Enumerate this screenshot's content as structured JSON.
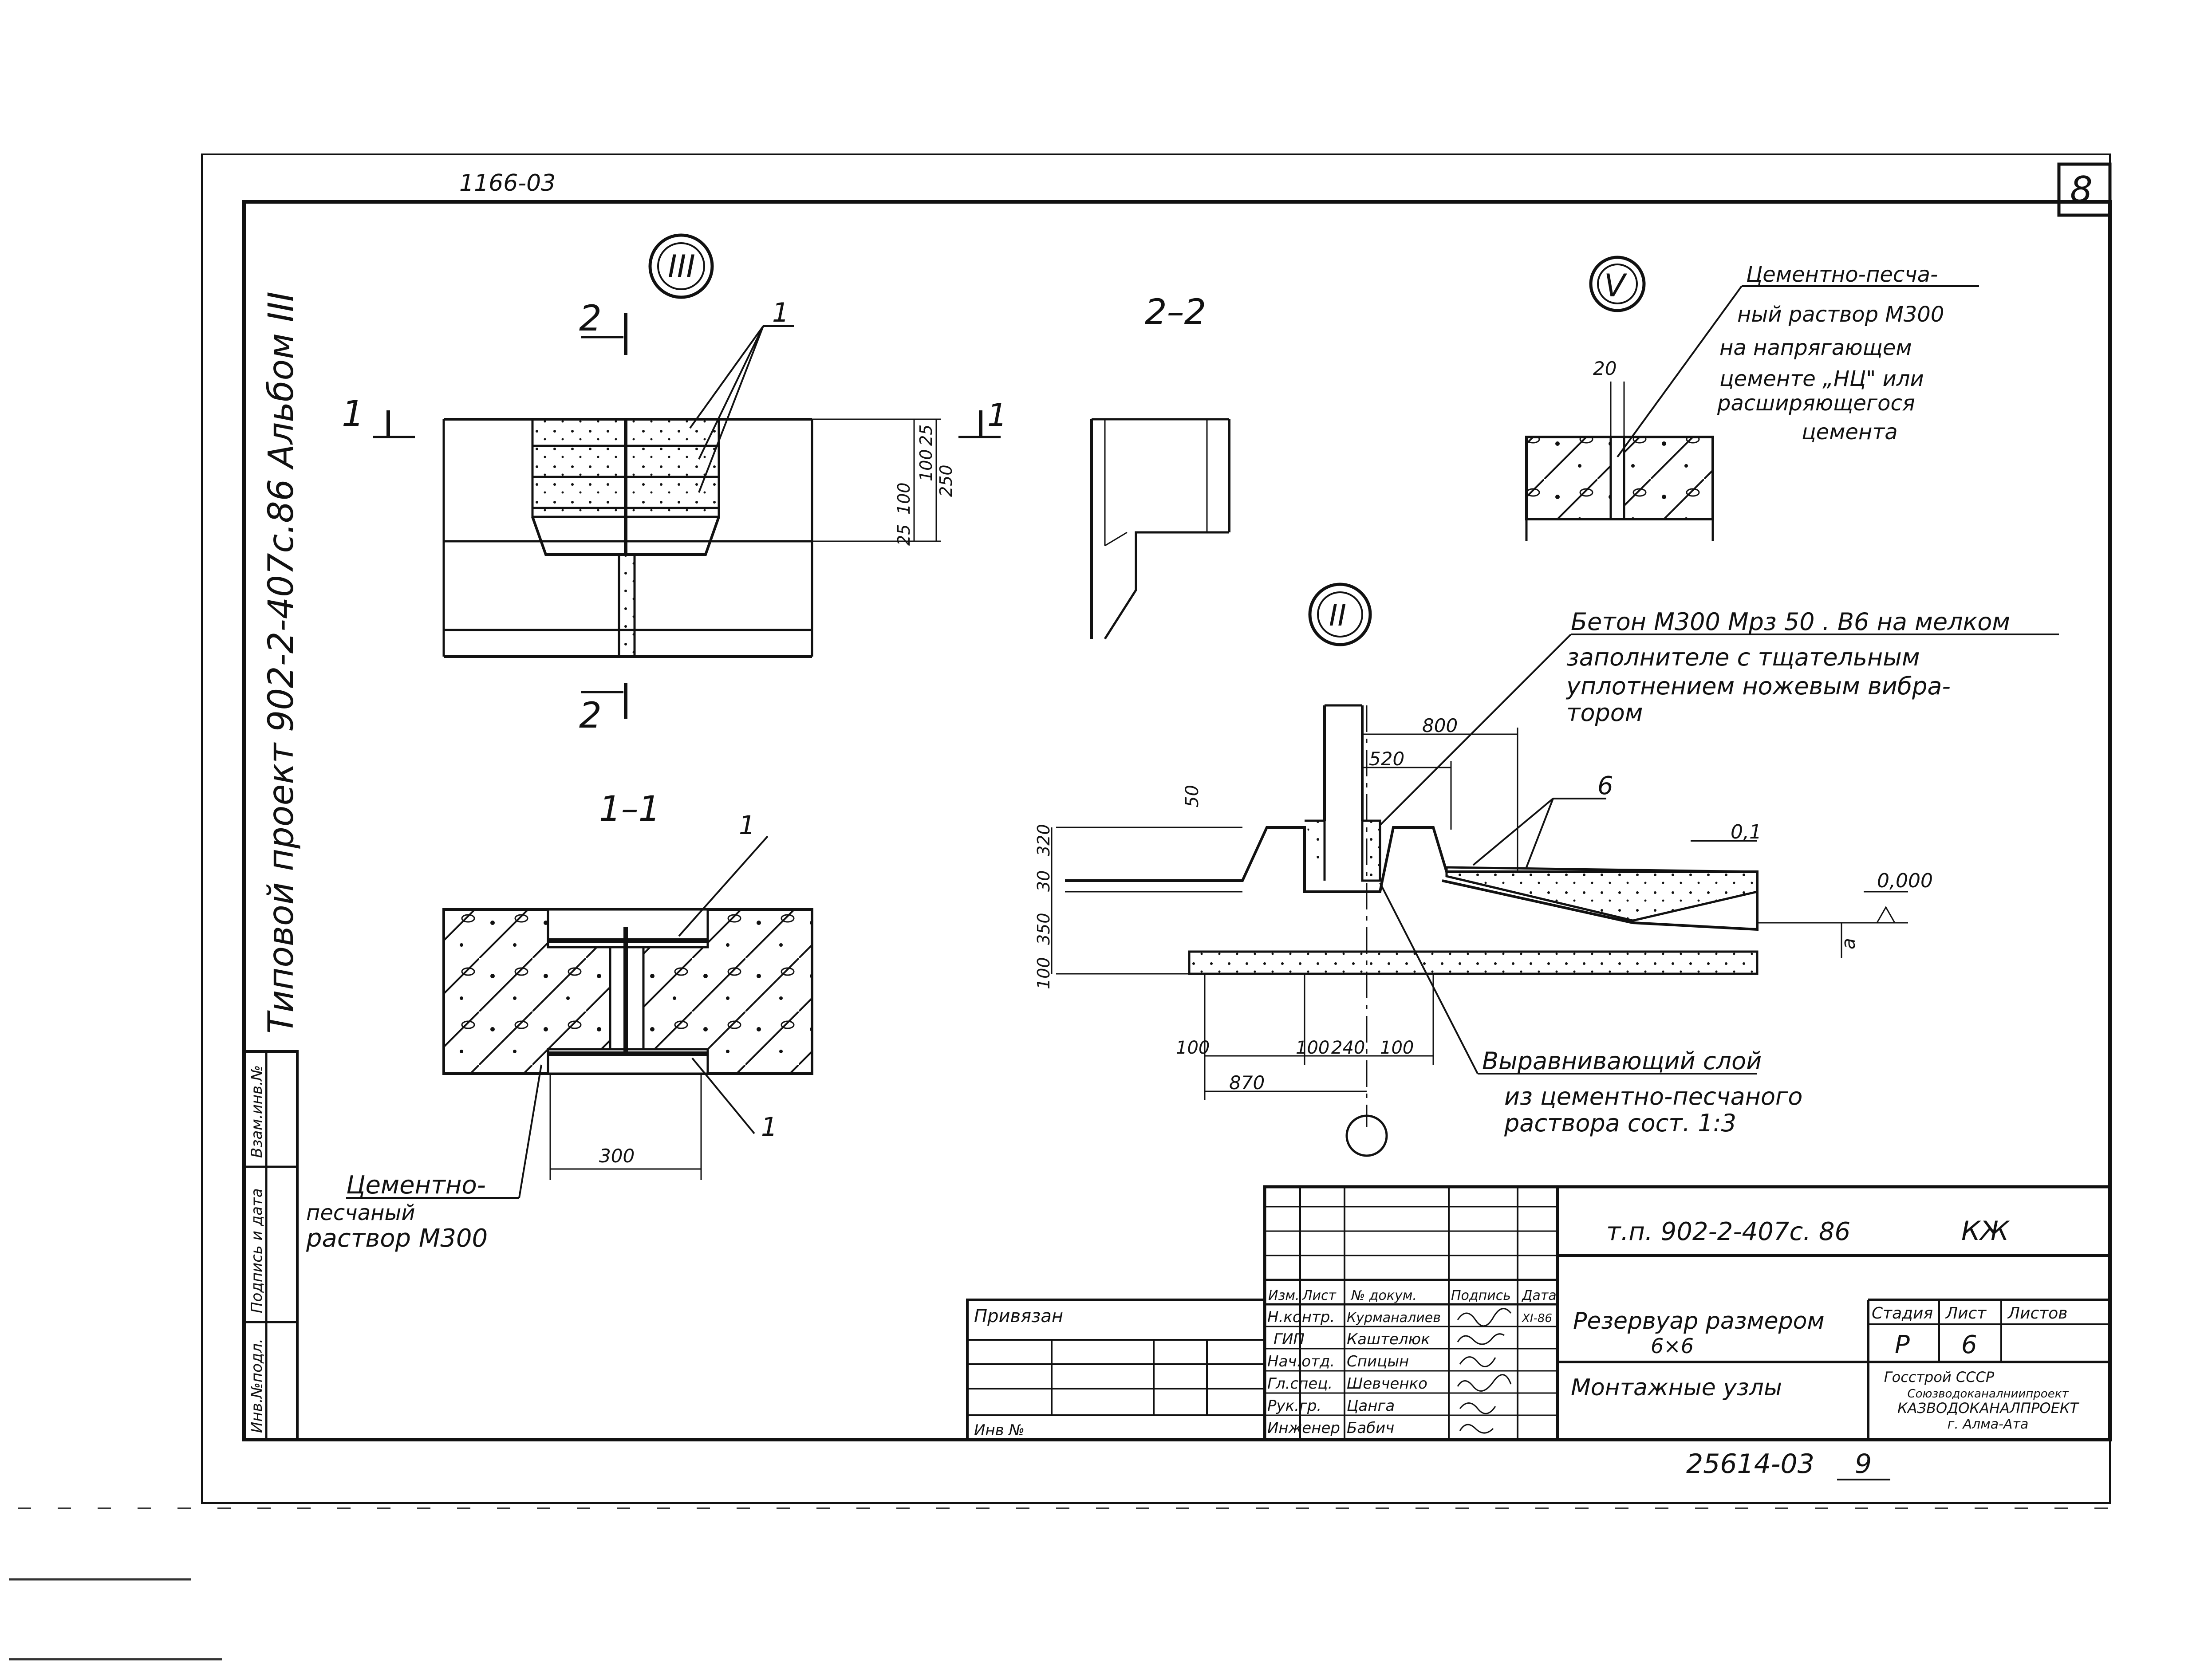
{
  "sheet": {
    "album_code": "1166-03",
    "sheet_number": "8",
    "side_title": "Типовой проект   902-2-407с.86  Альбом III",
    "side_cells": [
      "Инв.№подл.",
      "Подпись и дата",
      "Взам.инв.№"
    ]
  },
  "views": {
    "node_III": "III",
    "node_V": "V",
    "node_II": "II",
    "section_2_2": "2–2",
    "section_1_1": "1–1",
    "cut_2_top": "2",
    "cut_2_bottom": "2",
    "cut_1_left": "1",
    "cut_1_right": "1"
  },
  "callouts": {
    "pos_1_top": "1",
    "pos_1_sec_top": "1",
    "pos_1_sec_bottom": "1",
    "pos_6": "6"
  },
  "dimensions": {
    "d25a": "25",
    "d100a": "100",
    "d100b": "100",
    "d25b": "25",
    "d250": "250",
    "d20": "20",
    "d300": "300",
    "d800": "800",
    "d520": "520",
    "d50": "50",
    "d320": "320",
    "d30": "30",
    "d350": "350",
    "d100c": "100",
    "d100d": "100",
    "d100e": "100",
    "d240": "240",
    "d100f": "100",
    "d870": "870",
    "slope": "0,1",
    "level": "0,000",
    "d_a": "а"
  },
  "notes": {
    "note_V": [
      "Цементно-песча-",
      "ный раствор М300",
      "на напрягающем",
      "цементе „НЦ\" или",
      "расширяющегося",
      "цемента"
    ],
    "note_concrete": [
      "Бетон М300 Мрз 50 . В6 на мелком",
      "заполнителе  с  тщательным",
      "уплотнением  ножевым вибра-",
      "тором"
    ],
    "note_leveling": [
      "Выравнивающий слой",
      "из цементно-песчаного",
      "раствора сост. 1:3"
    ],
    "note_mortar": [
      "Цементно-",
      "песчаный",
      "раствор М300"
    ]
  },
  "title_block": {
    "project_code": "т.п. 902-2-407с. 86",
    "doc_mark": "КЖ",
    "object": "Резервуар размером",
    "object_size": "6×6",
    "sheet_title": "Монтажные узлы",
    "header_cols": [
      "Изм.",
      "Лист",
      "№ докум.",
      "Подпись",
      "Дата"
    ],
    "staff": [
      {
        "role": "Н.контр.",
        "name": "Курманалиев",
        "sign": "",
        "date": "XI-86"
      },
      {
        "role": "ГИП",
        "name": "Каштелюк",
        "sign": "",
        "date": ""
      },
      {
        "role": "Нач.отд.",
        "name": "Спицын",
        "sign": "",
        "date": ""
      },
      {
        "role": "Гл.спец.",
        "name": "Шевченко",
        "sign": "",
        "date": ""
      },
      {
        "role": "Рук.гр.",
        "name": "Цанга",
        "sign": "",
        "date": ""
      },
      {
        "role": "Инженер",
        "name": "Бабич",
        "sign": "",
        "date": ""
      }
    ],
    "stage_label": "Стадия",
    "sheet_label": "Лист",
    "sheets_label": "Листов",
    "stage": "Р",
    "sheet": "6",
    "org": [
      "Госстрой СССР",
      "Союзводоканалниипроект",
      "КАЗВОДОКАНАЛПРОЕКТ",
      "г. Алма-Ата"
    ],
    "bound": "Привязан",
    "inv": "Инв №"
  },
  "archive_number": "25614-03",
  "archive_sheet": "9"
}
